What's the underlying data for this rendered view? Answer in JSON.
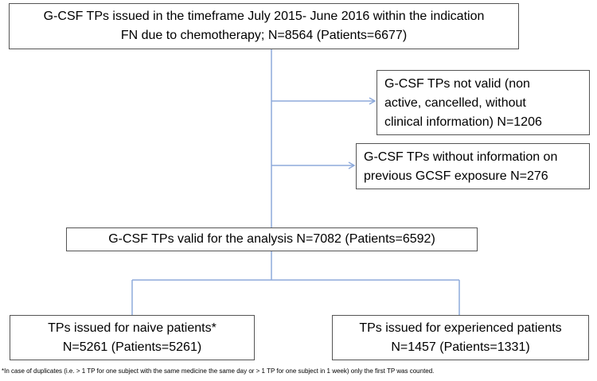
{
  "boxes": {
    "top": {
      "line1": "G-CSF TPs issued in the timeframe July 2015- June 2016 within the indication",
      "line2": "FN due to chemotherapy; N=8564 (Patients=6677)"
    },
    "not_valid": {
      "line1": "G-CSF TPs not valid (non",
      "line2": "active, cancelled, without",
      "line3": "clinical information) N=1206"
    },
    "no_info": {
      "line1": "G-CSF  TPs without information on",
      "line2": "previous GCSF exposure N=276"
    },
    "valid": {
      "line1": "G-CSF TPs valid for the analysis N=7082 (Patients=6592)"
    },
    "naive": {
      "line1": "TPs issued for naive patients*",
      "line2": "N=5261 (Patients=5261)"
    },
    "experienced": {
      "line1": "TPs issued for experienced patients",
      "line2": "N=1457 (Patients=1331)"
    }
  },
  "footnote": "*In case of duplicates (i.e. > 1 TP for one subject with the same medicine the  same day or > 1 TP for one subject in 1 week) only the  first TP was counted.",
  "colors": {
    "connector": "#8eaadb",
    "box_border": "#555555"
  }
}
